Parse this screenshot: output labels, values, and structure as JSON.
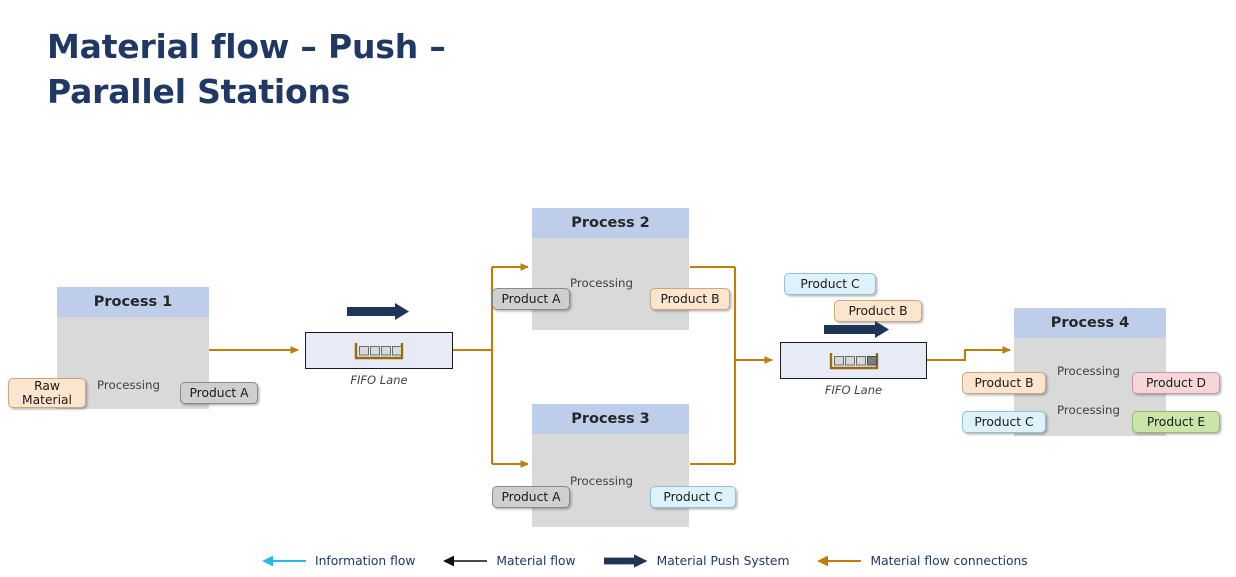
{
  "title": "Material flow – Push – Parallel Stations",
  "colors": {
    "title": "#1f3864",
    "process_header": "#bdcdea",
    "process_body": "#d9d9d9",
    "fifo_fill": "#e6ebf5",
    "material_connection": "#c07d0a",
    "push_arrow": "#1f3558",
    "information_flow": "#29b8ec",
    "material_flow": "#0f0f14",
    "product_gray": "#cfcfcf",
    "product_peach": "#fce5cf",
    "product_cyan": "#ddf2fb",
    "product_pink": "#f6d7d9",
    "product_green": "#c9e6a8"
  },
  "processes": [
    {
      "id": "process-1",
      "title": "Process 1",
      "edge_label": "Processing",
      "input": {
        "label": "Raw Material",
        "style": "peach"
      },
      "output": {
        "label": "Product A",
        "style": "gray"
      }
    },
    {
      "id": "process-2",
      "title": "Process 2",
      "edge_label": "Processing",
      "input": {
        "label": "Product A",
        "style": "gray"
      },
      "output": {
        "label": "Product B",
        "style": "peach"
      }
    },
    {
      "id": "process-3",
      "title": "Process 3",
      "edge_label": "Processing",
      "input": {
        "label": "Product A",
        "style": "gray"
      },
      "output": {
        "label": "Product C",
        "style": "cyan"
      }
    },
    {
      "id": "process-4",
      "title": "Process 4",
      "edge_label_top": "Processing",
      "edge_label_bottom": "Processing",
      "input_top": {
        "label": "Product B",
        "style": "peach"
      },
      "output_top": {
        "label": "Product D",
        "style": "pink"
      },
      "input_bottom": {
        "label": "Product C",
        "style": "cyan"
      },
      "output_bottom": {
        "label": "Product E",
        "style": "green"
      }
    }
  ],
  "fifo_lanes": [
    {
      "id": "fifo-lane-1",
      "caption": "FIFO Lane",
      "slots": 4,
      "filled": 0
    },
    {
      "id": "fifo-lane-2",
      "caption": "FIFO Lane",
      "slots": 4,
      "filled": 1
    }
  ],
  "fifo2_products": [
    {
      "label": "Product C",
      "style": "cyan"
    },
    {
      "label": "Product B",
      "style": "peach"
    }
  ],
  "legend": [
    {
      "label": "Information flow",
      "icon": "arrow-left-icon",
      "color": "#29b8ec",
      "dir": "left"
    },
    {
      "label": "Material flow",
      "icon": "arrow-left-icon",
      "color": "#0f0f14",
      "dir": "left"
    },
    {
      "label": "Material Push System",
      "icon": "push-arrow-icon",
      "color": "#1f3558",
      "dir": "right"
    },
    {
      "label": "Material flow connections",
      "icon": "arrow-left-icon",
      "color": "#c07d0a",
      "dir": "left"
    }
  ]
}
